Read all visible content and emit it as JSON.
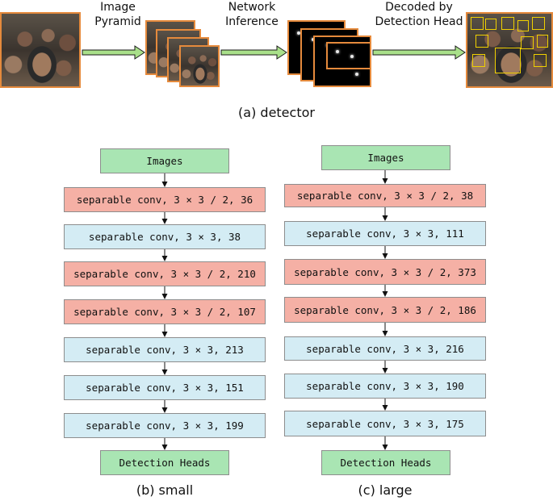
{
  "top": {
    "label_pyramid": "Image\nPyramid",
    "label_inference": "Network\nInference",
    "label_decoded": "Decoded by\nDetection Head",
    "caption": "(a) detector"
  },
  "small": {
    "caption": "(b) small",
    "input": "Images",
    "output": "Detection Heads",
    "layers": [
      {
        "text": "separable conv, 3 × 3 / 2, 36",
        "kind": "stride2"
      },
      {
        "text": "separable conv, 3 × 3, 38",
        "kind": "stride1"
      },
      {
        "text": "separable conv, 3 × 3 / 2, 210",
        "kind": "stride2"
      },
      {
        "text": "separable conv, 3 × 3 / 2, 107",
        "kind": "stride2"
      },
      {
        "text": "separable conv, 3 × 3, 213",
        "kind": "stride1"
      },
      {
        "text": "separable conv, 3 × 3, 151",
        "kind": "stride1"
      },
      {
        "text": "separable conv, 3 × 3, 199",
        "kind": "stride1"
      }
    ]
  },
  "large": {
    "caption": "(c) large",
    "input": "Images",
    "output": "Detection Heads",
    "layers": [
      {
        "text": "separable conv, 3 × 3 / 2, 38",
        "kind": "stride2"
      },
      {
        "text": "separable conv, 3 × 3, 111",
        "kind": "stride1"
      },
      {
        "text": "separable conv, 3 × 3 / 2, 373",
        "kind": "stride2"
      },
      {
        "text": "separable conv, 3 × 3 / 2, 186",
        "kind": "stride2"
      },
      {
        "text": "separable conv, 3 × 3, 216",
        "kind": "stride1"
      },
      {
        "text": "separable conv, 3 × 3, 190",
        "kind": "stride1"
      },
      {
        "text": "separable conv, 3 × 3, 175",
        "kind": "stride1"
      }
    ]
  },
  "colors": {
    "io": "#a9e5b3",
    "stride2": "#f5b0a5",
    "stride1": "#d4ecf4",
    "image_border": "#e58a3c",
    "arrow_fill": "#a9e08a"
  }
}
